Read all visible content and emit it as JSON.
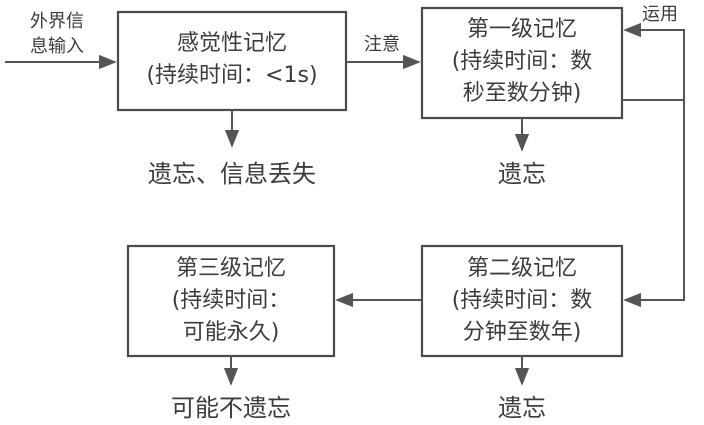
{
  "input_label": {
    "line1": "外界信",
    "line2": "息输入"
  },
  "attention_label": "注意",
  "rehearsal_label": "运用",
  "nodes": {
    "sensory": {
      "title": "感觉性记忆",
      "detail1": "(持续时间：<1s)"
    },
    "first": {
      "title": "第一级记忆",
      "detail1": "(持续时间：数",
      "detail2": "秒至数分钟)"
    },
    "second": {
      "title": "第二级记忆",
      "detail1": "(持续时间：数",
      "detail2": "分钟至数年)"
    },
    "third": {
      "title": "第三级记忆",
      "detail1": "(持续时间：",
      "detail2": "可能永久)"
    }
  },
  "outcomes": {
    "sensory": "遗忘、信息丢失",
    "first": "遗忘",
    "second": "遗忘",
    "third": "可能不遗忘"
  }
}
